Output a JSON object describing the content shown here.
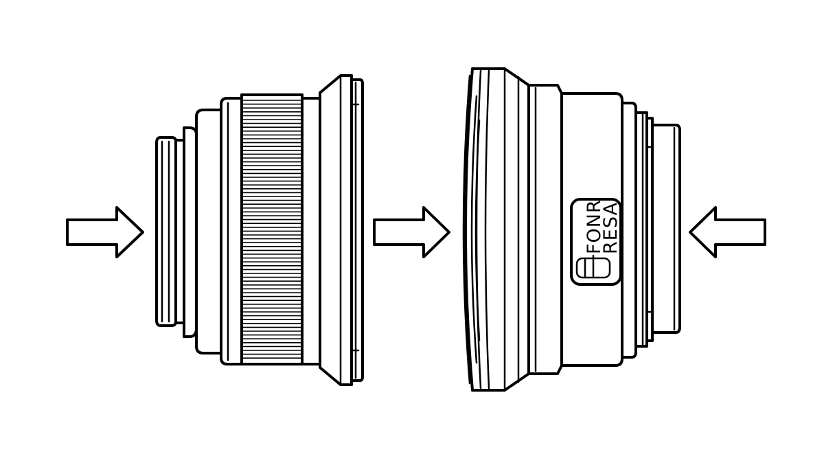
{
  "diagram": {
    "switch_label": {
      "line1": "FONR",
      "line2": "RESA"
    },
    "arrows": [
      {
        "direction": "right"
      },
      {
        "direction": "right"
      },
      {
        "direction": "left"
      }
    ],
    "components": [
      "left-lens",
      "right-lens"
    ]
  }
}
